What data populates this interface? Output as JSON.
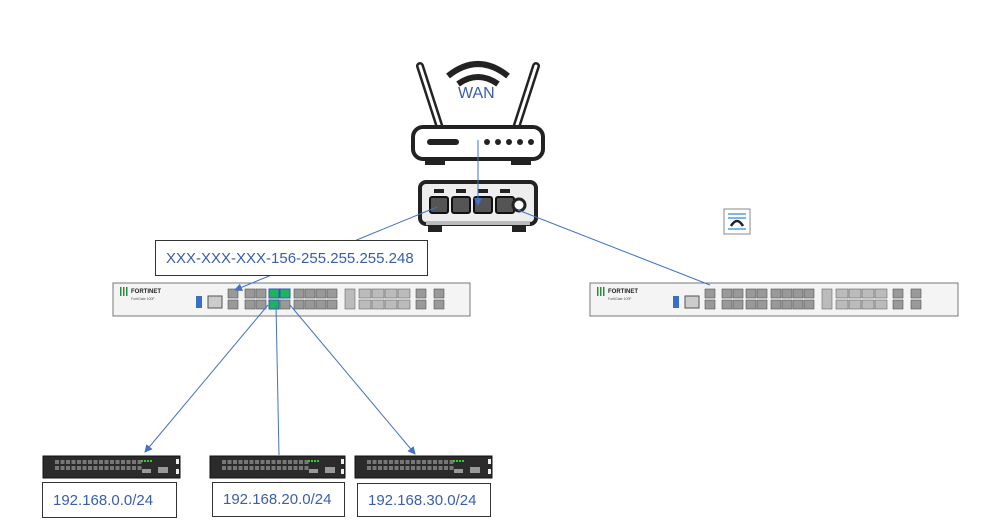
{
  "wan_label": "WAN",
  "wan_ip_label": "XXX-XXX-XXX-156-255.255.255.248",
  "firewall_logo": "FORTINET",
  "firewall_model": "FortiGate 100F",
  "subnets": [
    "192.168.0.0/24",
    "192.168.20.0/24",
    "192.168.30.0/24"
  ],
  "colors": {
    "link": "#4472c4",
    "label_text": "#3a5ea8",
    "active_port": "#1fb35a",
    "device_dark": "#2b2b2b"
  },
  "icons": [
    "router-icon",
    "switch-icon",
    "firewall-icon",
    "access-switch-icon",
    "hotspot-icon"
  ]
}
